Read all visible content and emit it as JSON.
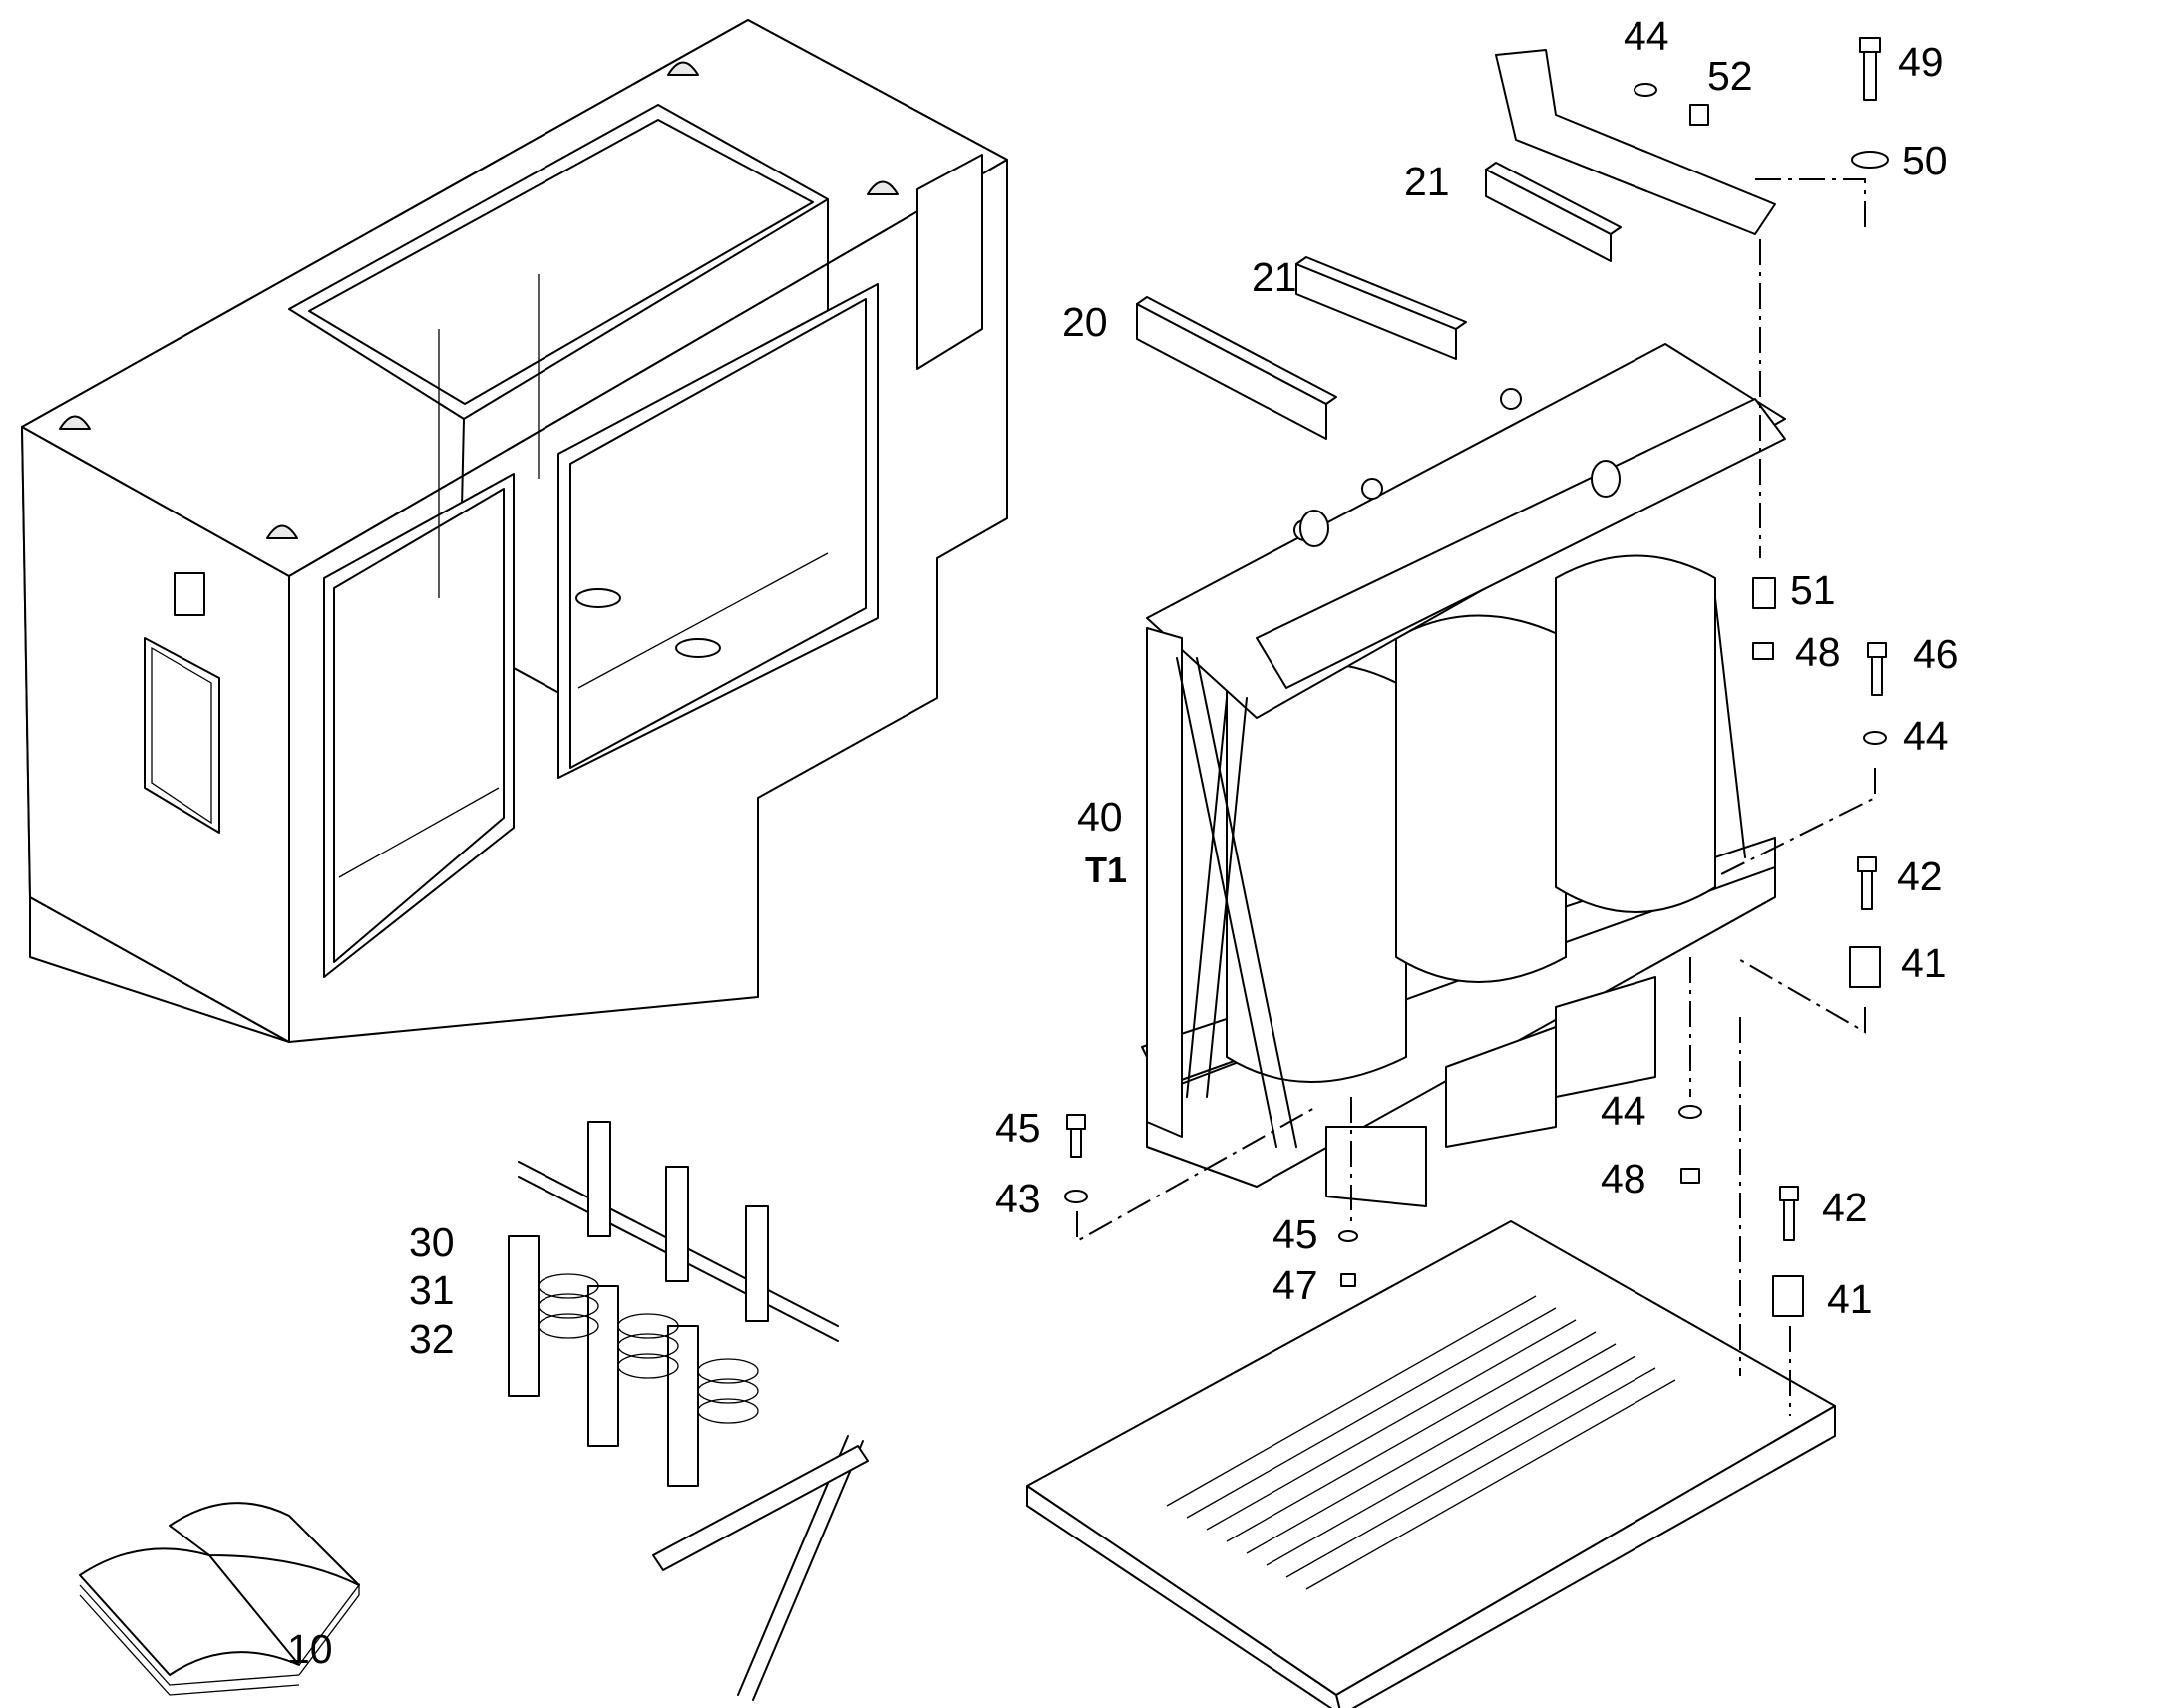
{
  "callouts": {
    "c10": "10",
    "c20": "20",
    "c21a": "21",
    "c21b": "21",
    "c30": "30",
    "c31": "31",
    "c32": "32",
    "c40": "40",
    "t1": "T1",
    "c41a": "41",
    "c41b": "41",
    "c42a": "42",
    "c42b": "42",
    "c43": "43",
    "c44a": "44",
    "c44b": "44",
    "c44c": "44",
    "c45a": "45",
    "c45b": "45",
    "c46": "46",
    "c47": "47",
    "c48a": "48",
    "c48b": "48",
    "c49": "49",
    "c50": "50",
    "c51": "51",
    "c52": "52"
  }
}
